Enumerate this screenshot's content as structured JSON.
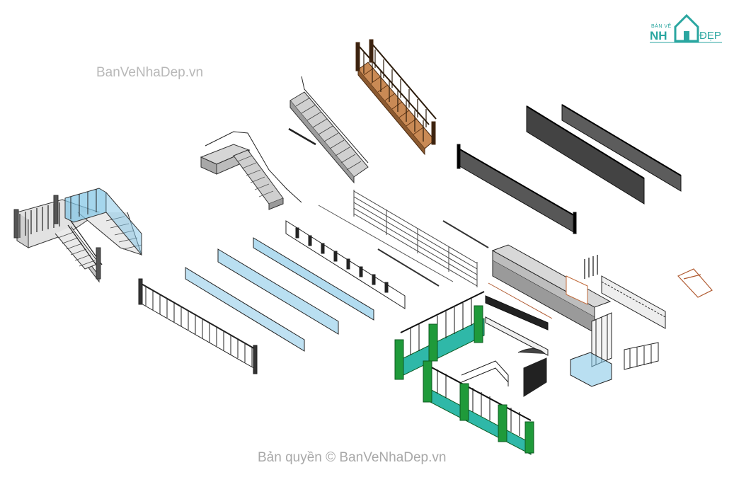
{
  "watermark_top": "BanVeNhaDep.vn",
  "watermark_bottom": "Bản quyền © BanVeNhaDep.vn",
  "logo": {
    "small_text": "BẢN VẼ",
    "big_text": "NH",
    "suffix_text": "ĐẸP",
    "color": "#2aa6a0"
  },
  "colors": {
    "line": "#333333",
    "fence_green": "#1f9a3a",
    "fence_teal": "#2fb8a8",
    "wood": "#c98a55",
    "glass": "#7fc4e6",
    "concrete": "#bdbdbd"
  }
}
